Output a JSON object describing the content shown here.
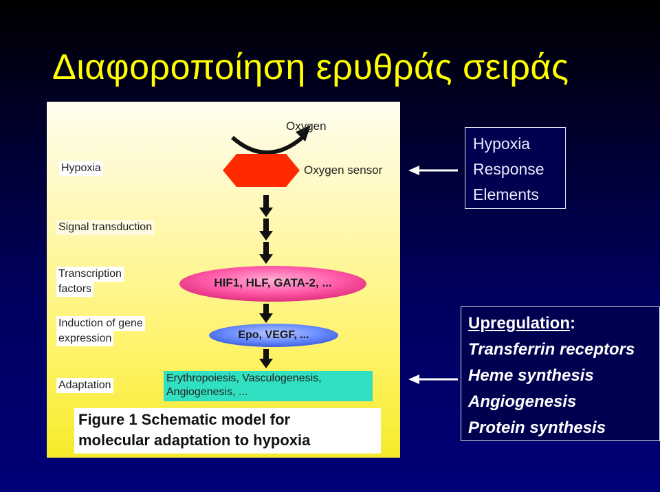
{
  "slide": {
    "title": "Διαφοροποίηση ερυθράς σειράς",
    "figure": {
      "left_labels": {
        "hypoxia": "Hypoxia",
        "signal_transduction": "Signal transduction",
        "transcription_factors_1": "Transcription",
        "transcription_factors_2": "factors",
        "induction_1": "Induction of gene",
        "induction_2": "expression",
        "adaptation": "Adaptation"
      },
      "oxygen": "Oxygen",
      "oxygen_sensor": "Oxygen sensor",
      "transcription_oval": "HIF1, HLF, GATA-2, ...",
      "expression_oval": "Epo, VEGF, ...",
      "adaptation_text_1": "Erythropoiesis, Vasculogenesis,",
      "adaptation_text_2": "Angiogenesis, ...",
      "caption_1": "Figure 1 Schematic model for",
      "caption_2": "molecular adaptation to hypoxia"
    },
    "hre_box": {
      "line1": "Hypoxia",
      "line2": "Response",
      "line3": "Elements"
    },
    "upregulation_box": {
      "heading": "Upregulation",
      "heading_suffix": ":",
      "items": [
        "Transferrin receptors",
        "Heme synthesis",
        "Angiogenesis",
        "Protein synthesis"
      ]
    },
    "colors": {
      "title": "#ffff00",
      "sensor": "#ff2a00",
      "transcription_oval": "#ff5aa8",
      "expression_oval": "#6a8cff",
      "adaptation_box": "#30e0c0"
    }
  }
}
